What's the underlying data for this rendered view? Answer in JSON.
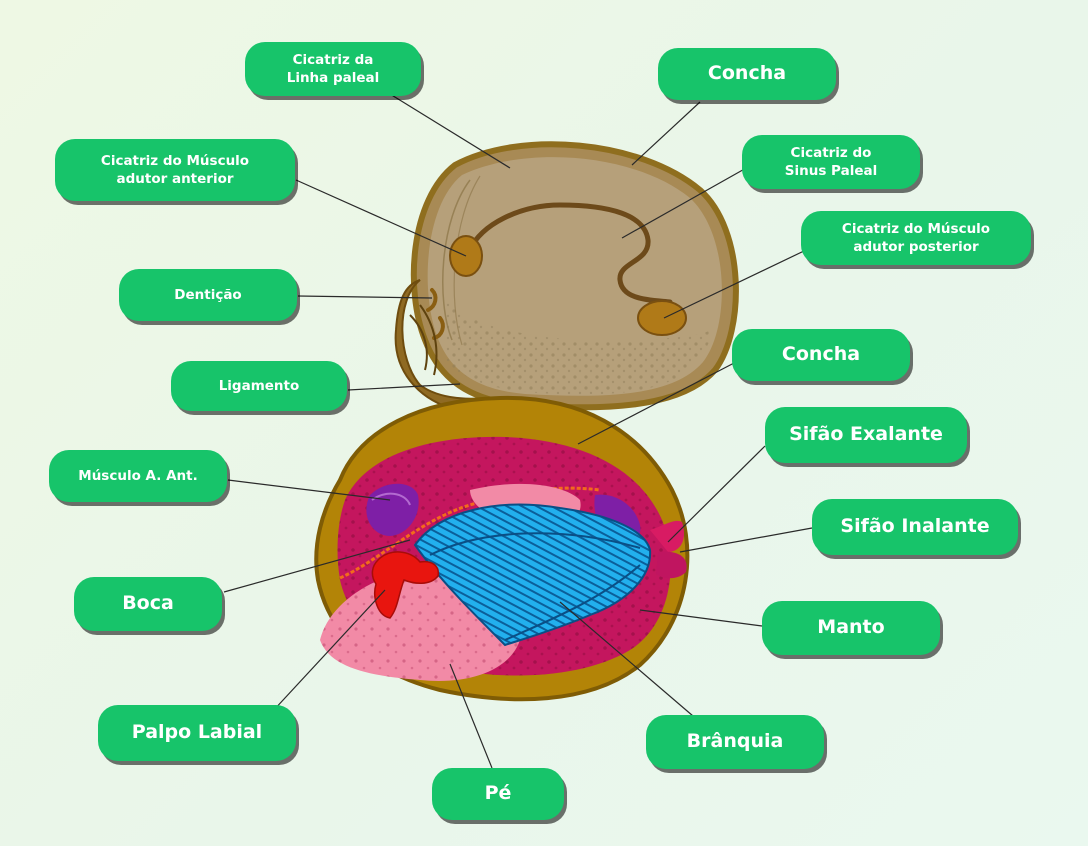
{
  "labels": {
    "cicatriz_linha_paleal": "Cicatriz da\nLinha paleal",
    "concha_top": "Concha",
    "cicatriz_musculo_anterior": "Cicatriz do Músculo\nadutor  anterior",
    "cicatriz_sinus_paleal": "Cicatriz do\nSinus Paleal",
    "cicatriz_musculo_posterior": "Cicatriz do Músculo\nadutor posterior",
    "denticao": "Dentição",
    "ligamento": "Ligamento",
    "concha_bottom": "Concha",
    "sifao_exalante": "Sifão Exalante",
    "musculo_a_ant": "Músculo A. Ant.",
    "sifao_inalante": "Sifão Inalante",
    "boca": "Boca",
    "manto": "Manto",
    "palpo_labial": "Palpo Labial",
    "branquia": "Brânquia",
    "pe": "Pé"
  },
  "colors": {
    "label_bg": "#17c46a",
    "label_text": "#ffffff",
    "shell_outer": "#b38407",
    "shell_inner": "#b6a07a",
    "mantle": "#c4165e",
    "gill": "#1fa8e8",
    "foot": "#f28aa6",
    "muscle": "#7e1fa6",
    "palp": "#e8150f"
  }
}
